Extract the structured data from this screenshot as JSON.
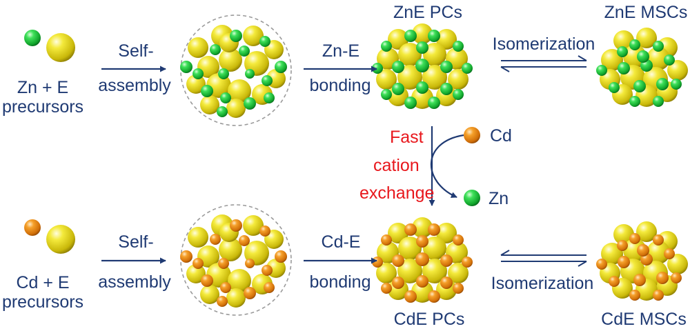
{
  "colors": {
    "text": "#1f3a73",
    "highlight": "#e8171c",
    "zinc": "#1fc93a",
    "cadmium": "#ef8c14",
    "chalcogen": "#e3d410",
    "arrow": "#1f3a73"
  },
  "top_row": {
    "precursors": {
      "line1": "Zn + E",
      "line2": "precursors"
    },
    "step1": {
      "line1": "Self-",
      "line2": "assembly"
    },
    "step2": {
      "line1": "Zn-E",
      "line2": "bonding"
    },
    "product": "ZnE PCs",
    "final": "ZnE MSCs",
    "equilibrium": "Isomerization"
  },
  "exchange": {
    "line1": "Fast",
    "line2": "cation",
    "line3": "exchange",
    "incoming": "Cd",
    "outgoing": "Zn"
  },
  "bottom_row": {
    "precursors": {
      "line1": "Cd + E",
      "line2": "precursors"
    },
    "step1": {
      "line1": "Self-",
      "line2": "assembly"
    },
    "step2": {
      "line1": "Cd-E",
      "line2": "bonding"
    },
    "product": "CdE PCs",
    "final": "CdE MSCs",
    "equilibrium": "Isomerization"
  }
}
